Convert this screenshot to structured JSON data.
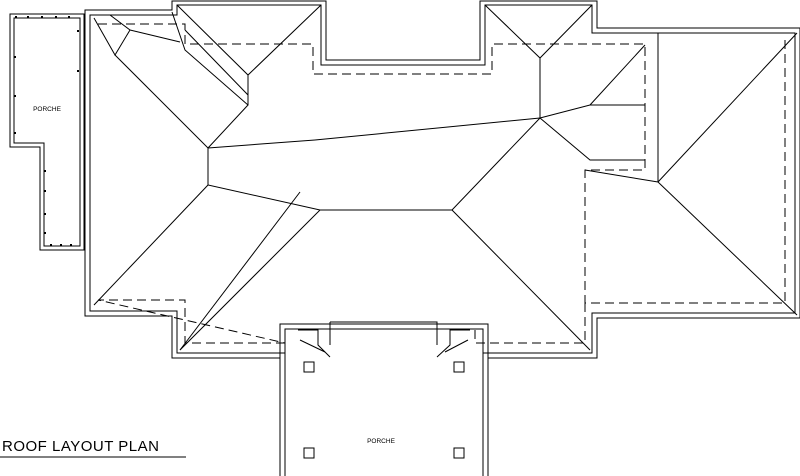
{
  "drawing": {
    "title": "ROOF LAYOUT PLAN",
    "labels": {
      "porch_left": "PORCHE",
      "porch_bottom": "PORCHE"
    }
  }
}
